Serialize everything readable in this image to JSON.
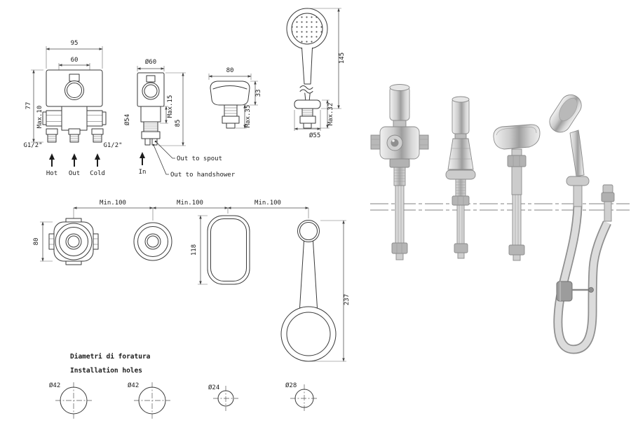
{
  "style": {
    "ink": "#3a3a3a",
    "dim_ink": "#4a4a4a",
    "metal_light": "#e8e8e8",
    "metal_mid": "#c9c9c9",
    "metal_dark": "#9e9e9e",
    "background": "#ffffff"
  },
  "drawing": {
    "valve_front": {
      "dim_95": "95",
      "dim_60": "60",
      "dim_77": "77",
      "dim_max10": "Max.10",
      "thread_left": "G1/2\"",
      "thread_right": "G1/2\"",
      "port_hot": "Hot",
      "port_out": "Out",
      "port_cold": "Cold"
    },
    "valve_side": {
      "dim_dia60": "Ø60",
      "dim_dia54": "Ø54",
      "dim_max15": "Max.15",
      "dim_85": "85",
      "port_in": "In",
      "out_spout": "Out to spout",
      "out_handshower": "Out to handshower"
    },
    "spout_side": {
      "dim_80": "80",
      "dim_33": "33",
      "dim_max35": "Max.35"
    },
    "handshower_side": {
      "dim_145": "145",
      "dim_dia55": "Ø55",
      "dim_max32": "Max.32"
    },
    "plan": {
      "min_1": "Min.100",
      "min_2": "Min.100",
      "min_3": "Min.100",
      "dim_80": "80",
      "dim_118": "118",
      "dim_237": "237"
    },
    "holes": {
      "title_it": "Diametri di foratura",
      "title_en": "Installation holes",
      "hole_1": "Ø42",
      "hole_2": "Ø42",
      "hole_3": "Ø24",
      "hole_4": "Ø28"
    }
  }
}
